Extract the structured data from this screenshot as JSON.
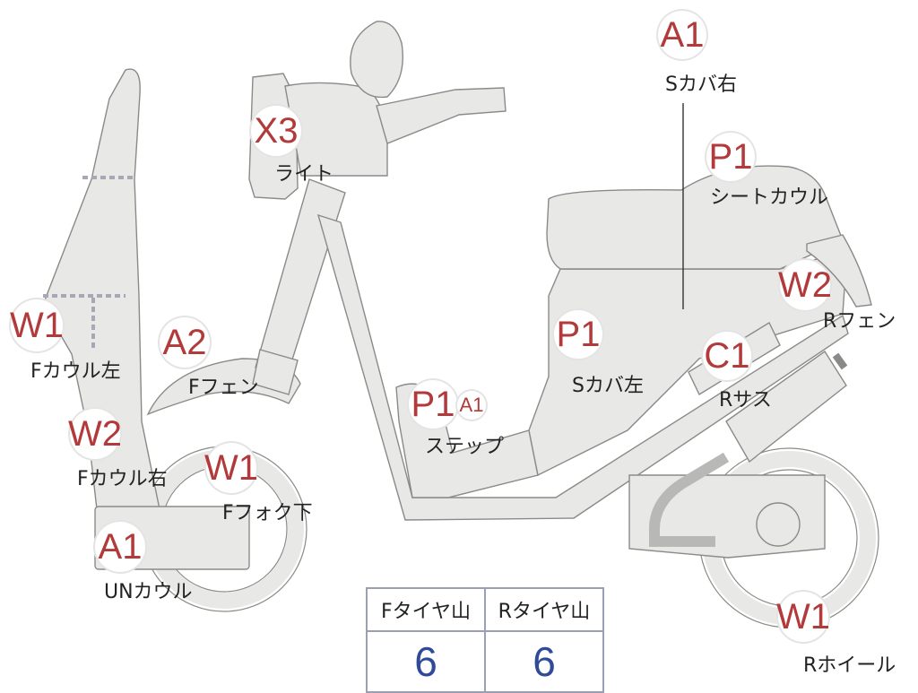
{
  "parts": [
    {
      "id": "s-cover-right",
      "code": "A1",
      "name": "Sカバ右"
    },
    {
      "id": "light",
      "code": "X3",
      "name": "ライト"
    },
    {
      "id": "seat-cowl",
      "code": "P1",
      "name": "シートカウル"
    },
    {
      "id": "rear-fender",
      "code": "W2",
      "name": "Rフェン"
    },
    {
      "id": "front-cowl-left",
      "code": "W1",
      "name": "Fカウル左"
    },
    {
      "id": "front-fender",
      "code": "A2",
      "name": "Fフェン"
    },
    {
      "id": "s-cover-left",
      "code": "P1",
      "name": "Sカバ左"
    },
    {
      "id": "rear-suspension",
      "code": "C1",
      "name": "Rサス"
    },
    {
      "id": "step",
      "code": "P1",
      "code_secondary": "A1",
      "name": "ステップ"
    },
    {
      "id": "front-cowl-right",
      "code": "W2",
      "name": "Fカウル右"
    },
    {
      "id": "front-fork-lower",
      "code": "W1",
      "name": "Fフォク下"
    },
    {
      "id": "under-cowl",
      "code": "A1",
      "name": "UNカウル"
    },
    {
      "id": "rear-wheel",
      "code": "W1",
      "name": "Rホイール"
    }
  ],
  "tire_table": {
    "headers": [
      "Fタイヤ山",
      "Rタイヤ山"
    ],
    "values": [
      "6",
      "6"
    ]
  },
  "colors": {
    "code": "#b23a3a",
    "tread_value": "#2f4a96",
    "body": "#e8e8e6"
  }
}
